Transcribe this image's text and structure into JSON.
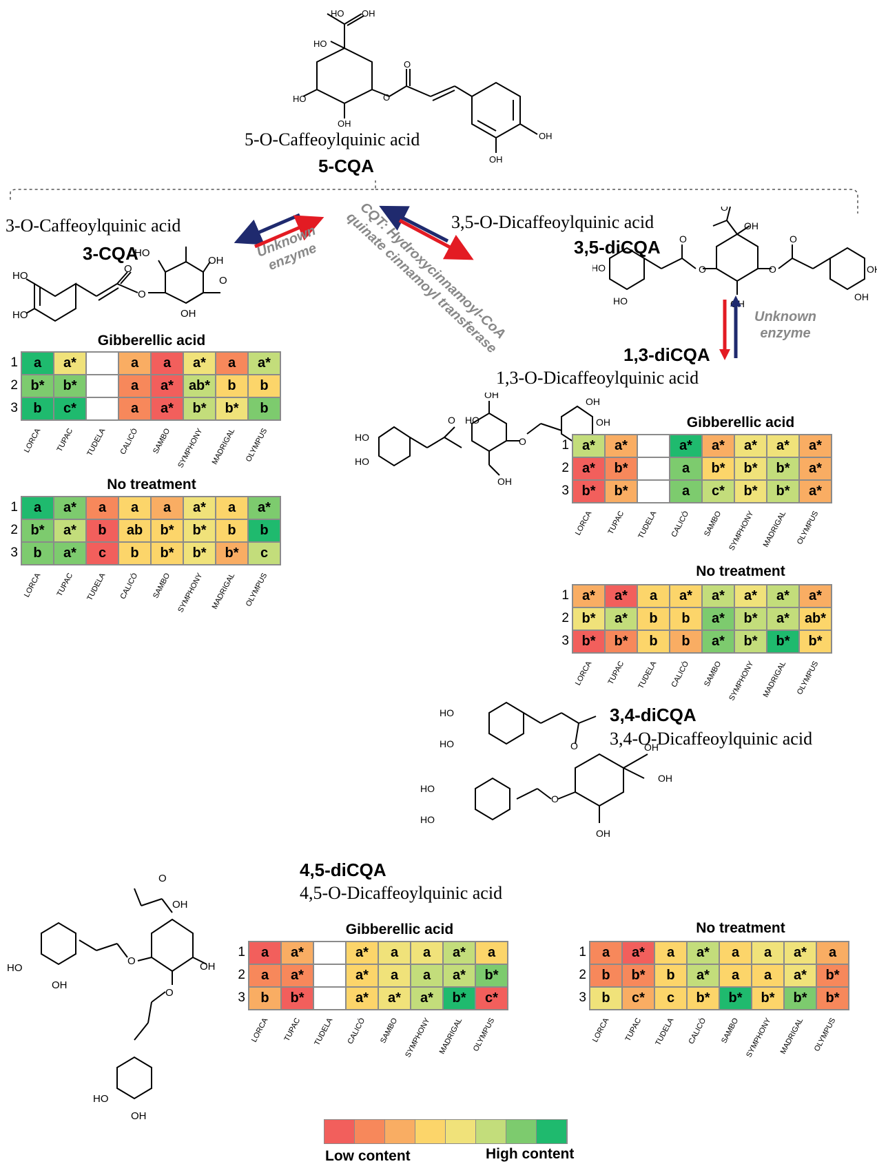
{
  "compounds": {
    "cqa5": {
      "name": "5-O-Caffeoylquinic acid",
      "abbr": "5-CQA"
    },
    "cqa3": {
      "name": "3-O-Caffeoylquinic acid",
      "abbr": "3-CQA"
    },
    "dicqa35": {
      "name": "3,5-O-Dicaffeoylquinic acid",
      "abbr": "3,5-diCQA"
    },
    "dicqa13": {
      "name": "1,3-O-Dicaffeoylquinic acid",
      "abbr": "1,3-diCQA"
    },
    "dicqa34": {
      "name": "3,4-O-Dicaffeoylquinic acid",
      "abbr": "3,4-diCQA"
    },
    "dicqa45": {
      "name": "4,5-O-Dicaffeoylquinic acid",
      "abbr": "4,5-diCQA"
    }
  },
  "enzymes": {
    "left": "Unknown enzyme",
    "center": "CQT: Hydroxycinnamoyl-CoA quinate cinnamoyl transferase",
    "right": "Unknown enzyme"
  },
  "varieties": [
    "LORCA",
    "TUPAC",
    "TUDELA",
    "CALICÓ",
    "SAMBO",
    "SYMPHONY",
    "MADRIGAL",
    "OLYMPUS"
  ],
  "row_labels": [
    "1",
    "2",
    "3"
  ],
  "palette": [
    "#f25f5c",
    "#f7885b",
    "#f9ad63",
    "#fcd56a",
    "#f0e27a",
    "#c3dd7b",
    "#7dcb6e",
    "#1fba6e"
  ],
  "tables": {
    "cqa3_ga": {
      "title": "Gibberellic acid",
      "cells": [
        [
          "a",
          "a*",
          "",
          "a",
          "a",
          "a*",
          "a",
          "a*"
        ],
        [
          "b*",
          "b*",
          "",
          "a",
          "a*",
          "ab*",
          "b",
          "b"
        ],
        [
          "b",
          "c*",
          "",
          "a",
          "a*",
          "b*",
          "b*",
          "b"
        ]
      ],
      "levels": [
        [
          7,
          4,
          -1,
          2,
          0,
          4,
          1,
          5
        ],
        [
          6,
          6,
          -1,
          1,
          0,
          5,
          3,
          3
        ],
        [
          7,
          7,
          -1,
          1,
          0,
          5,
          4,
          6
        ]
      ]
    },
    "cqa3_nt": {
      "title": "No treatment",
      "cells": [
        [
          "a",
          "a*",
          "a",
          "a",
          "a",
          "a*",
          "a",
          "a*"
        ],
        [
          "b*",
          "a*",
          "b",
          "ab",
          "b*",
          "b*",
          "b",
          "b"
        ],
        [
          "b",
          "a*",
          "c",
          "b",
          "b*",
          "b*",
          "b*",
          "c"
        ]
      ],
      "levels": [
        [
          7,
          6,
          1,
          3,
          2,
          4,
          3,
          6
        ],
        [
          6,
          5,
          0,
          3,
          3,
          4,
          3,
          7
        ],
        [
          6,
          6,
          0,
          3,
          3,
          4,
          2,
          5
        ]
      ]
    },
    "dicqa13_ga": {
      "title": "Gibberellic acid",
      "cells": [
        [
          "a*",
          "a*",
          "",
          "a*",
          "a*",
          "a*",
          "a*",
          "a*"
        ],
        [
          "a*",
          "b*",
          "",
          "a",
          "b*",
          "b*",
          "b*",
          "a*"
        ],
        [
          "b*",
          "b*",
          "",
          "a",
          "c*",
          "b*",
          "b*",
          "a*"
        ]
      ],
      "levels": [
        [
          5,
          2,
          -1,
          7,
          2,
          4,
          4,
          2
        ],
        [
          0,
          1,
          -1,
          6,
          3,
          4,
          5,
          2
        ],
        [
          0,
          2,
          -1,
          6,
          5,
          4,
          5,
          2
        ]
      ]
    },
    "dicqa13_nt": {
      "title": "No treatment",
      "cells": [
        [
          "a*",
          "a*",
          "a",
          "a*",
          "a*",
          "a*",
          "a*",
          "a*"
        ],
        [
          "b*",
          "a*",
          "b",
          "b",
          "a*",
          "b*",
          "a*",
          "ab*"
        ],
        [
          "b*",
          "b*",
          "b",
          "b",
          "a*",
          "b*",
          "b*",
          "b*"
        ]
      ],
      "levels": [
        [
          2,
          0,
          3,
          3,
          5,
          4,
          5,
          2
        ],
        [
          4,
          5,
          3,
          3,
          6,
          5,
          5,
          3
        ],
        [
          0,
          1,
          3,
          2,
          6,
          5,
          7,
          3
        ]
      ]
    },
    "dicqa45_ga": {
      "title": "Gibberellic acid",
      "cells": [
        [
          "a",
          "a*",
          "",
          "a*",
          "a",
          "a",
          "a*",
          "a"
        ],
        [
          "a",
          "a*",
          "",
          "a*",
          "a",
          "a",
          "a*",
          "b*"
        ],
        [
          "b",
          "b*",
          "",
          "a*",
          "a*",
          "a*",
          "b*",
          "c*"
        ]
      ],
      "levels": [
        [
          0,
          2,
          -1,
          3,
          4,
          4,
          5,
          3
        ],
        [
          1,
          1,
          -1,
          3,
          4,
          5,
          5,
          6
        ],
        [
          2,
          0,
          -1,
          3,
          4,
          5,
          7,
          0
        ]
      ]
    },
    "dicqa45_nt": {
      "title": "No treatment",
      "cells": [
        [
          "a",
          "a*",
          "a",
          "a*",
          "a",
          "a",
          "a*",
          "a"
        ],
        [
          "b",
          "b*",
          "b",
          "a*",
          "a",
          "a",
          "a*",
          "b*"
        ],
        [
          "b",
          "c*",
          "c",
          "b*",
          "b*",
          "b*",
          "b*",
          "b*"
        ]
      ],
      "levels": [
        [
          1,
          0,
          3,
          5,
          3,
          4,
          4,
          2
        ],
        [
          1,
          1,
          3,
          5,
          3,
          3,
          4,
          1
        ],
        [
          4,
          2,
          3,
          3,
          7,
          3,
          6,
          1
        ]
      ]
    }
  },
  "legend": {
    "low": "Low content",
    "high": "High content"
  },
  "atoms": {
    "oh": "OH",
    "ho": "HO",
    "o": "O"
  }
}
